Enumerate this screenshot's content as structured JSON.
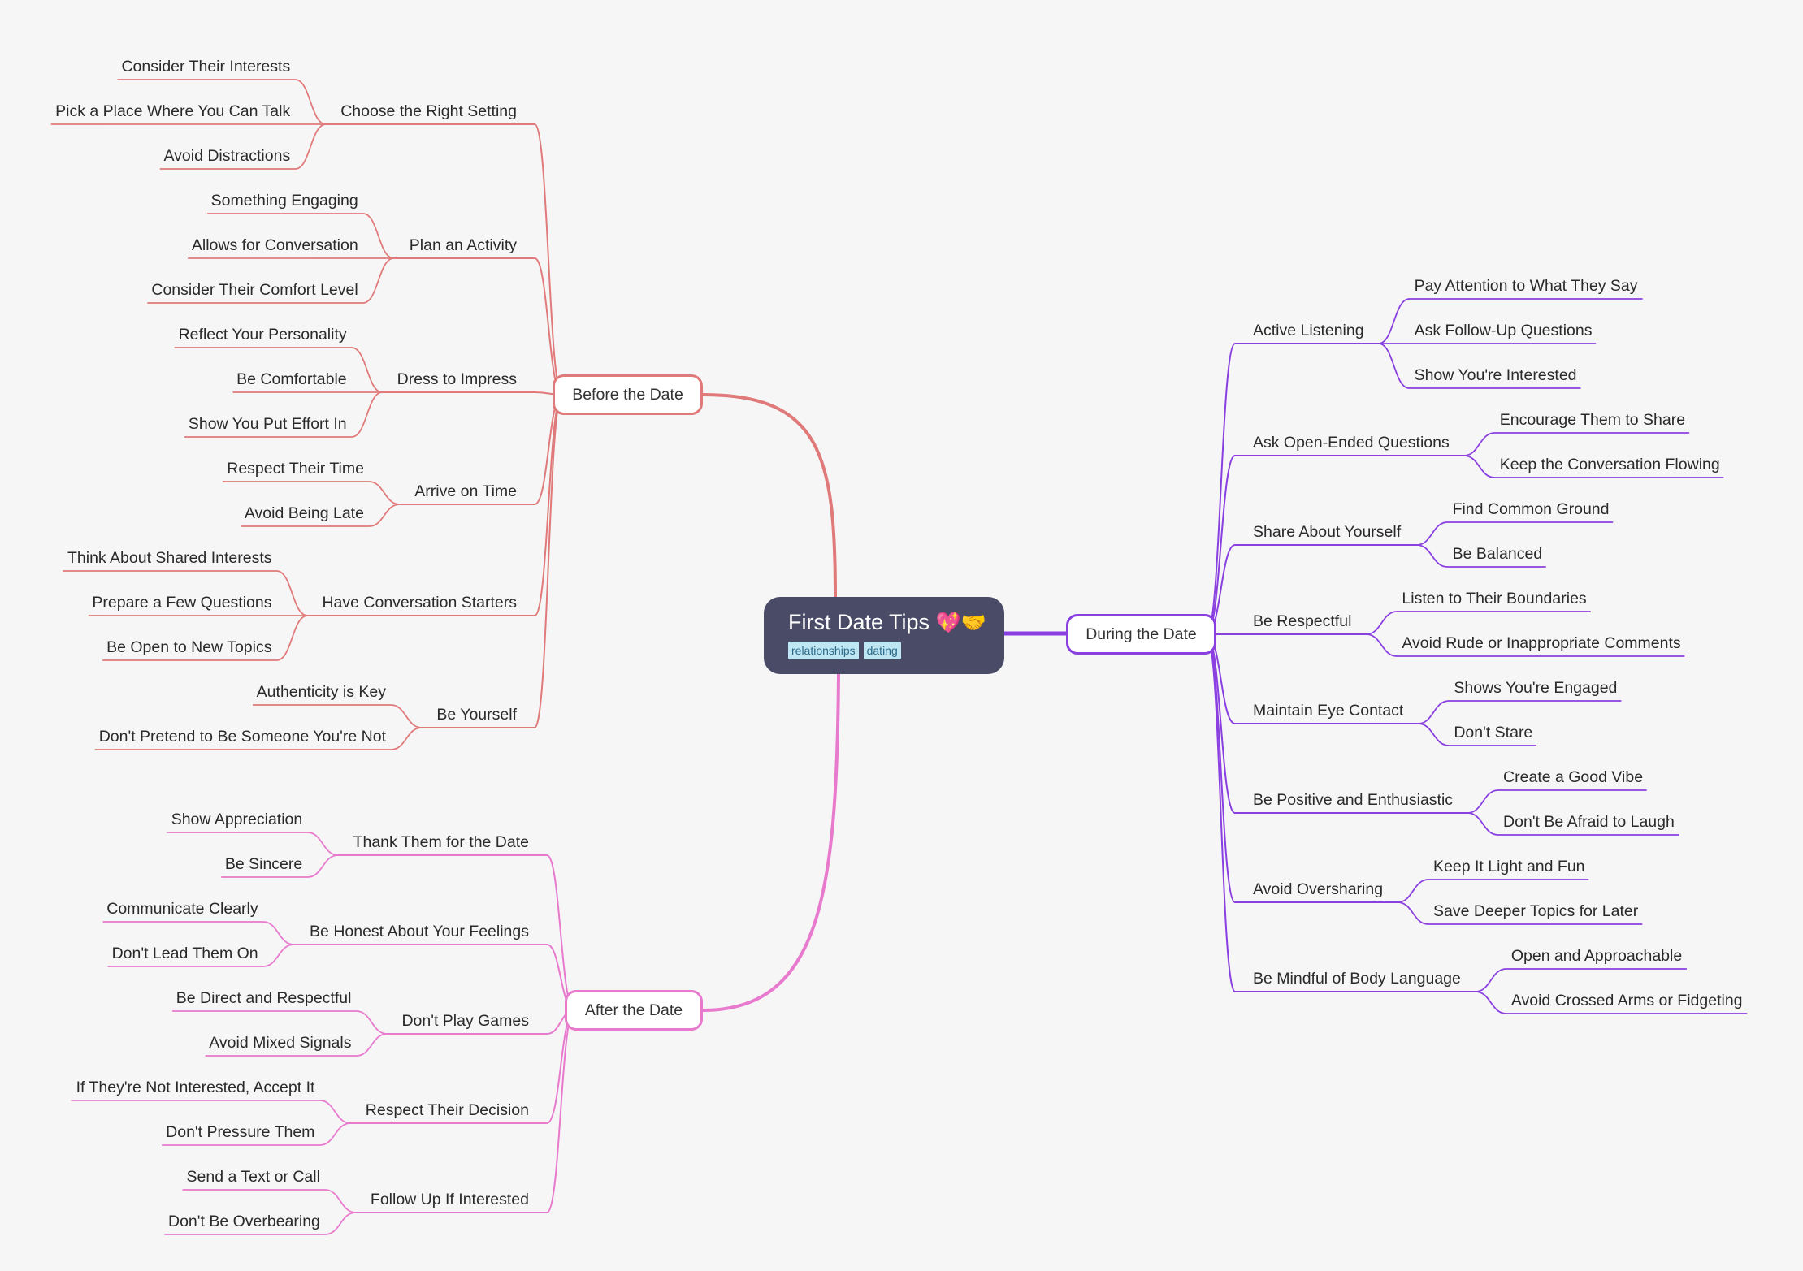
{
  "root": {
    "title": "First Date Tips",
    "emoji": [
      "💖",
      "🤝"
    ],
    "tags": [
      "relationships",
      "dating"
    ],
    "color": "#4a4b66"
  },
  "branches": [
    {
      "label": "Before the Date",
      "side": "left",
      "color": "#e07a7a",
      "children": [
        {
          "label": "Choose the Right Setting",
          "children": [
            "Consider Their Interests",
            "Pick a Place Where You Can Talk",
            "Avoid Distractions"
          ]
        },
        {
          "label": "Plan an Activity",
          "children": [
            "Something Engaging",
            "Allows for Conversation",
            "Consider Their Comfort Level"
          ]
        },
        {
          "label": "Dress to Impress",
          "children": [
            "Reflect Your Personality",
            "Be Comfortable",
            "Show You Put Effort In"
          ]
        },
        {
          "label": "Arrive on Time",
          "children": [
            "Respect Their Time",
            "Avoid Being Late"
          ]
        },
        {
          "label": "Have Conversation Starters",
          "children": [
            "Think About Shared Interests",
            "Prepare a Few Questions",
            "Be Open to New Topics"
          ]
        },
        {
          "label": "Be Yourself",
          "children": [
            "Authenticity is Key",
            "Don't Pretend to Be Someone You're Not"
          ]
        }
      ]
    },
    {
      "label": "After the Date",
      "side": "left",
      "color": "#e87acd",
      "children": [
        {
          "label": "Thank Them for the Date",
          "children": [
            "Show Appreciation",
            "Be Sincere"
          ]
        },
        {
          "label": "Be Honest About Your Feelings",
          "children": [
            "Communicate Clearly",
            "Don't Lead Them On"
          ]
        },
        {
          "label": "Don't Play Games",
          "children": [
            "Be Direct and Respectful",
            "Avoid Mixed Signals"
          ]
        },
        {
          "label": "Respect Their Decision",
          "children": [
            "If They're Not Interested, Accept It",
            "Don't Pressure Them"
          ]
        },
        {
          "label": "Follow Up If Interested",
          "children": [
            "Send a Text or Call",
            "Don't Be Overbearing"
          ]
        }
      ]
    },
    {
      "label": "During the Date",
      "side": "right",
      "color": "#8a3fe0",
      "children": [
        {
          "label": "Active Listening",
          "children": [
            "Pay Attention to What They Say",
            "Ask Follow-Up Questions",
            "Show You're Interested"
          ]
        },
        {
          "label": "Ask Open-Ended Questions",
          "children": [
            "Encourage Them to Share",
            "Keep the Conversation Flowing"
          ]
        },
        {
          "label": "Share About Yourself",
          "children": [
            "Find Common Ground",
            "Be Balanced"
          ]
        },
        {
          "label": "Be Respectful",
          "children": [
            "Listen to Their Boundaries",
            "Avoid Rude or Inappropriate Comments"
          ]
        },
        {
          "label": "Maintain Eye Contact",
          "children": [
            "Shows You're Engaged",
            "Don't Stare"
          ]
        },
        {
          "label": "Be Positive and Enthusiastic",
          "children": [
            "Create a Good Vibe",
            "Don't Be Afraid to Laugh"
          ]
        },
        {
          "label": "Avoid Oversharing",
          "children": [
            "Keep It Light and Fun",
            "Save Deeper Topics for Later"
          ]
        },
        {
          "label": "Be Mindful of Body Language",
          "children": [
            "Open and Approachable",
            "Avoid Crossed Arms or Fidgeting"
          ]
        }
      ]
    }
  ]
}
